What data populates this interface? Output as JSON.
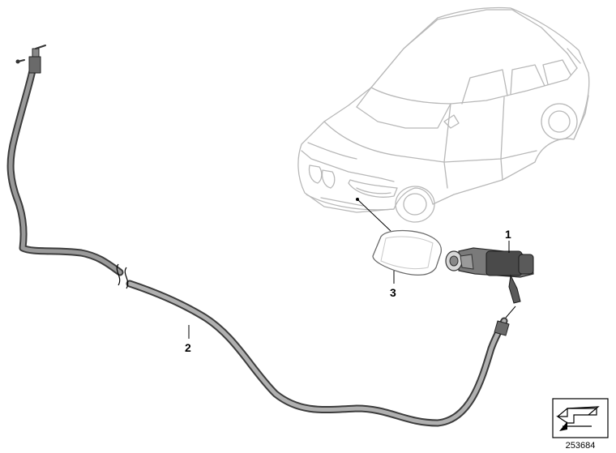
{
  "diagram": {
    "callouts": [
      {
        "id": "1",
        "label": "1",
        "part": "washer-nozzle-pump"
      },
      {
        "id": "2",
        "label": "2",
        "part": "water-hose"
      },
      {
        "id": "3",
        "label": "3",
        "part": "cover-cap"
      }
    ],
    "reference_number": "253684",
    "icons": [
      "car-outline-icon",
      "hose-break-symbol",
      "nav-arrow-icon"
    ],
    "colors": {
      "line": "#000000",
      "car_outline": "#b8b8b8",
      "hose": "#6a6a6a",
      "background": "#ffffff"
    }
  }
}
